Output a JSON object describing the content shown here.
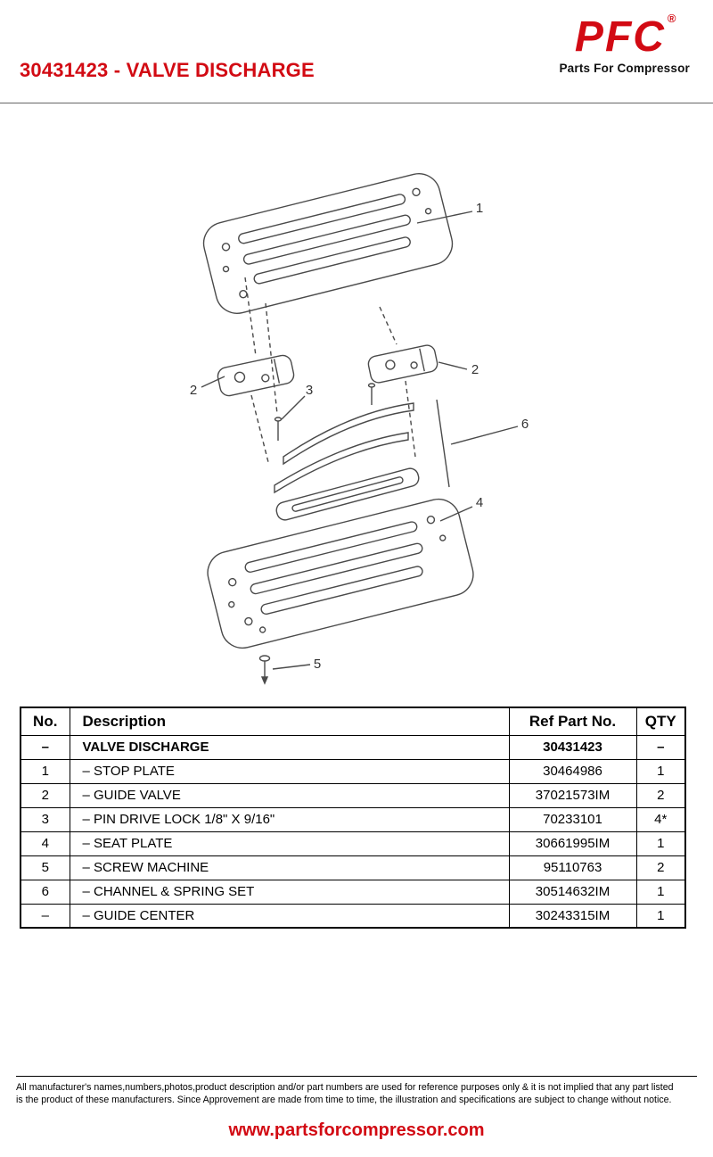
{
  "header": {
    "title": "30431423 - VALVE DISCHARGE",
    "logo": {
      "name": "PFC",
      "registered": "®",
      "tagline": "Parts For Compressor"
    }
  },
  "diagram": {
    "callouts": {
      "c1": "1",
      "c2_left": "2",
      "c2_right": "2",
      "c3": "3",
      "c4": "4",
      "c5": "5",
      "c6": "6"
    }
  },
  "table": {
    "headers": [
      "No.",
      "Description",
      "Ref Part No.",
      "QTY"
    ],
    "rows": [
      {
        "no": "–",
        "description": "VALVE DISCHARGE",
        "ref": "30431423",
        "qty": "–"
      },
      {
        "no": "1",
        "description": "– STOP PLATE",
        "ref": "30464986",
        "qty": "1"
      },
      {
        "no": "2",
        "description": "– GUIDE VALVE",
        "ref": "37021573IM",
        "qty": "2"
      },
      {
        "no": "3",
        "description": "– PIN DRIVE LOCK 1/8\" X 9/16\"",
        "ref": "70233101",
        "qty": "4*"
      },
      {
        "no": "4",
        "description": "– SEAT PLATE",
        "ref": "30661995IM",
        "qty": "1"
      },
      {
        "no": "5",
        "description": "– SCREW MACHINE",
        "ref": "95110763",
        "qty": "2"
      },
      {
        "no": "6",
        "description": "– CHANNEL & SPRING SET",
        "ref": "30514632IM",
        "qty": "1"
      },
      {
        "no": "–",
        "description": "– GUIDE CENTER",
        "ref": "30243315IM",
        "qty": "1"
      }
    ]
  },
  "footer": {
    "disclaimer_line1": "All manufacturer's names,numbers,photos,product description and/or part numbers are used for reference purposes only & it is not implied that any part listed",
    "disclaimer_line2": "is the product of these manufacturers.  Since Approvement are made from time to time,  the illustration and specifications are subject to change without notice.",
    "website": "www.partsforcompressor.com"
  },
  "colors": {
    "accent_red": "#d20a13",
    "drawing_gray": "#4a4a4a"
  }
}
